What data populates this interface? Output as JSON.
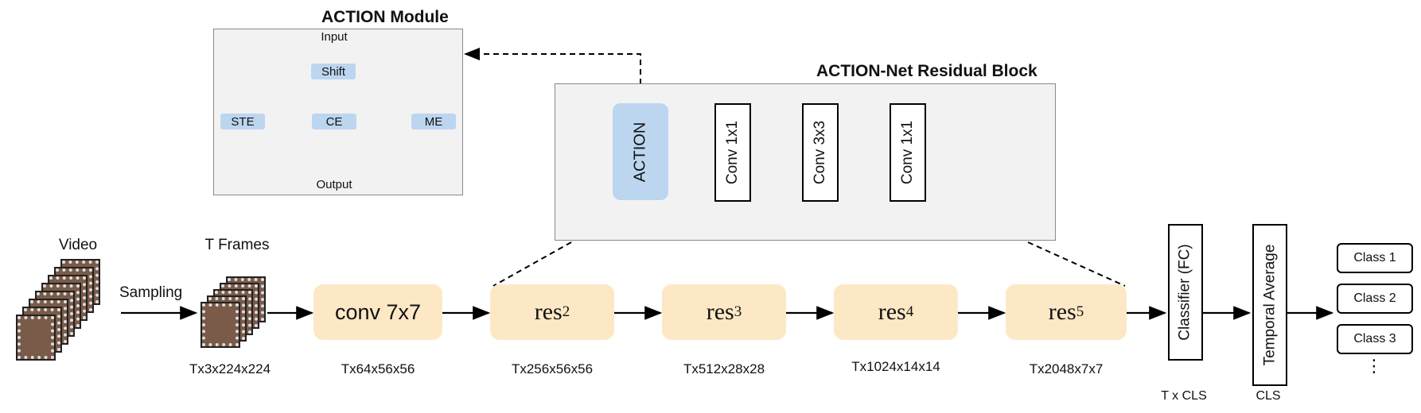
{
  "action_module": {
    "title": "ACTION Module",
    "input": "Input",
    "shift": "Shift",
    "ste": "STE",
    "ce": "CE",
    "me": "ME",
    "output": "Output"
  },
  "residual_block": {
    "title": "ACTION-Net Residual Block",
    "action": "ACTION",
    "conv1": "Conv 1x1",
    "conv2": "Conv 3x3",
    "conv3": "Conv 1x1"
  },
  "pipeline": {
    "video_label": "Video",
    "frames_label": "T Frames",
    "sampling_label": "Sampling",
    "stages": [
      {
        "name": "conv 7x7",
        "dim": "Tx64x56x56"
      },
      {
        "name": "res",
        "sub": "2",
        "dim": "Tx256x56x56"
      },
      {
        "name": "res",
        "sub": "3",
        "dim": "Tx512x28x28"
      },
      {
        "name": "res",
        "sub": "4",
        "dim": "Tx1024x14x14"
      },
      {
        "name": "res",
        "sub": "5",
        "dim": "Tx2048x7x7"
      }
    ],
    "input_dim": "Tx3x224x224",
    "classifier": "Classifier (FC)",
    "classifier_dim": "T x CLS",
    "temporal": "Temporal Average",
    "temporal_dim": "CLS",
    "classes": [
      "Class 1",
      "Class 2",
      "Class 3"
    ],
    "ellipsis": "⋮"
  }
}
